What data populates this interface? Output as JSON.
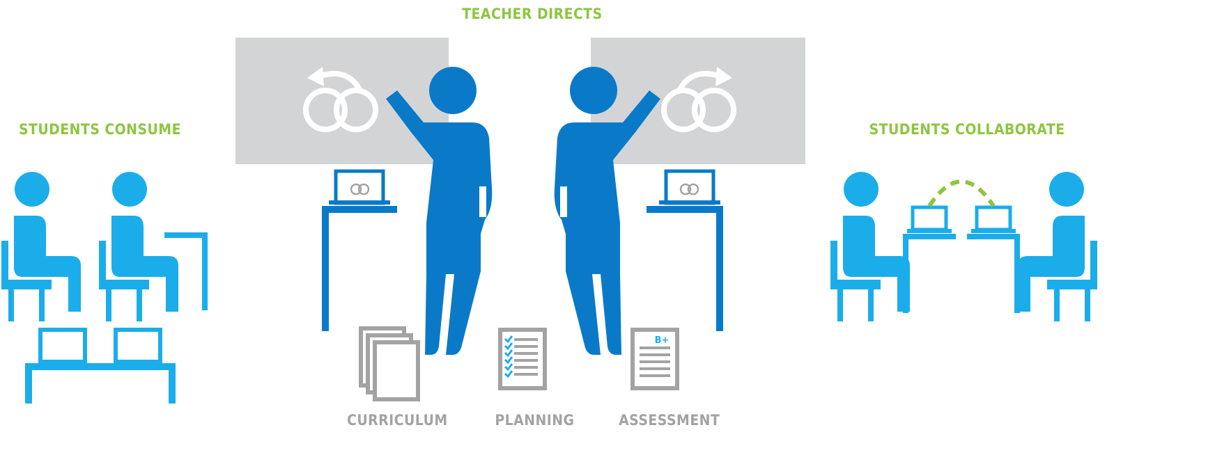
{
  "headings": {
    "teacher": "TEACHER DIRECTS",
    "consume": "STUDENTS CONSUME",
    "collaborate": "STUDENTS COLLABORATE"
  },
  "tools": {
    "curriculum": "CURRICULUM",
    "planning": "PLANNING",
    "assessment": "ASSESSMENT",
    "grade": "B+"
  },
  "colors": {
    "teacher_blue": "#0a7ac8",
    "student_cyan": "#1badea",
    "accent_green": "#8cc63f",
    "board_gray": "#d3d4d6",
    "tool_gray": "#a3a3a3"
  },
  "icons": [
    "whiteboard-icon",
    "teacher-figure-icon",
    "interlocking-rings-icon",
    "curved-arrow-icon",
    "laptop-icon",
    "desk-icon",
    "student-figure-icon",
    "chair-icon",
    "dashed-connection-icon",
    "document-stack-icon",
    "checklist-icon",
    "graded-paper-icon"
  ]
}
